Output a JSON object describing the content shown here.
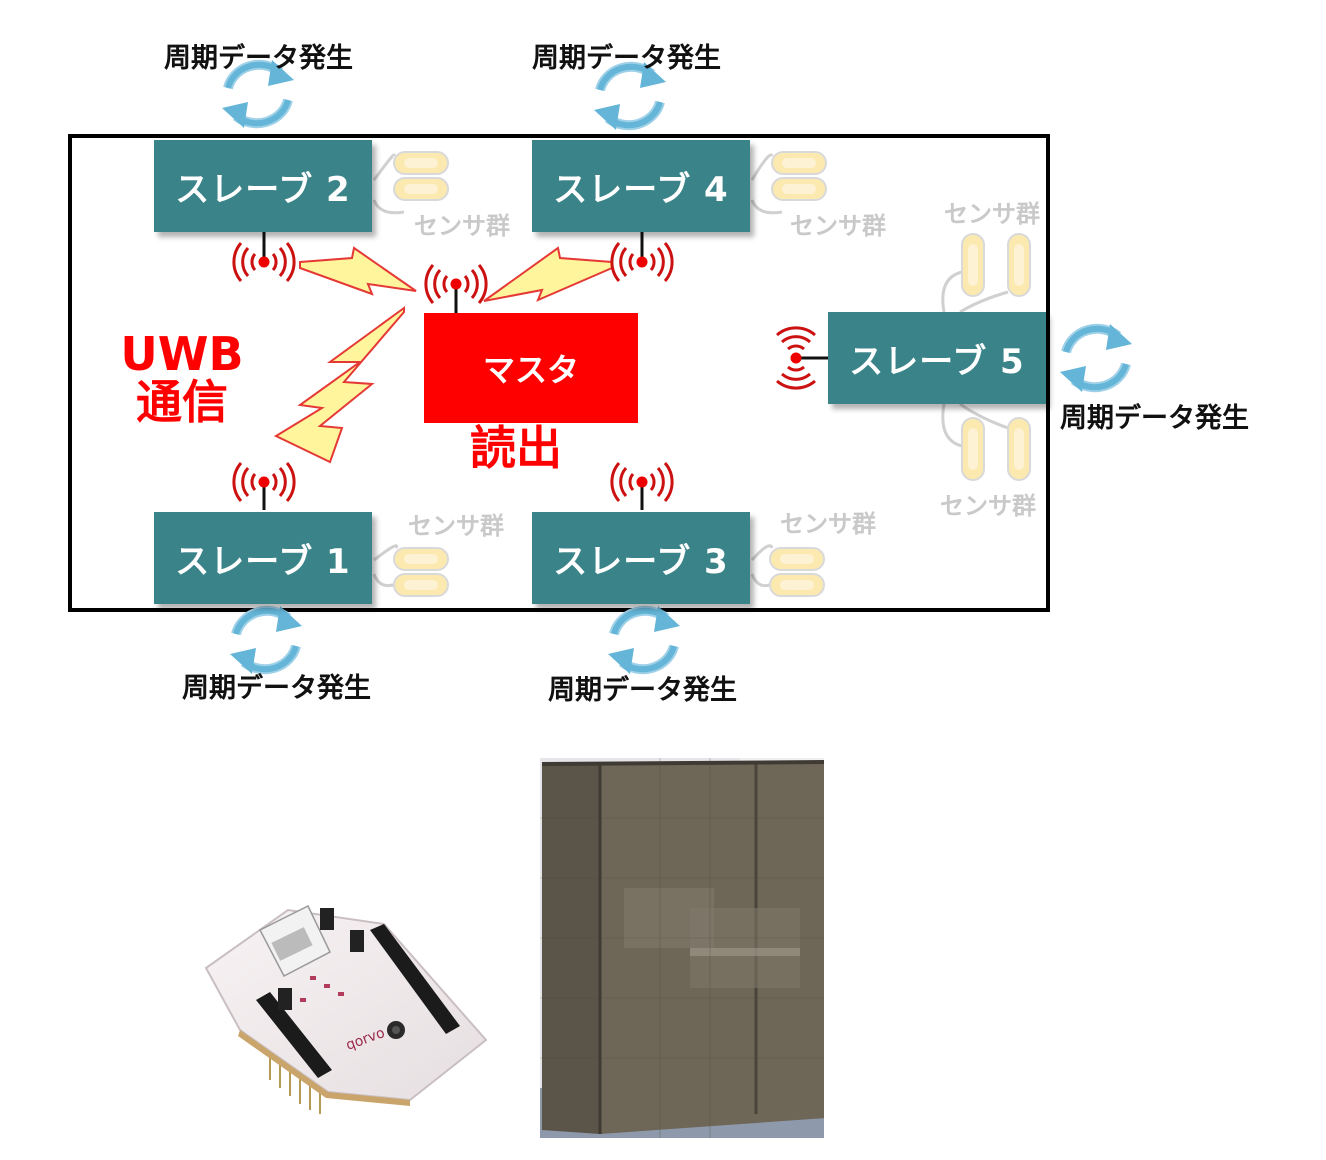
{
  "diagram": {
    "master": {
      "label": "マスタ",
      "read_label": "読出"
    },
    "uwb_label": {
      "line1": "UWB",
      "line2": "通信"
    },
    "slaves": [
      {
        "id": 1,
        "label": "スレーブ 1"
      },
      {
        "id": 2,
        "label": "スレーブ 2"
      },
      {
        "id": 3,
        "label": "スレーブ 3"
      },
      {
        "id": 4,
        "label": "スレーブ 4"
      },
      {
        "id": 5,
        "label": "スレーブ 5"
      }
    ],
    "cycle_label": "周期データ発生",
    "sensor_label": "センサ群"
  },
  "colors": {
    "slave_box": "#3a8489",
    "master_box": "#ff0000",
    "uwb_text": "#ff0000",
    "lightning": "#fff59d",
    "cycle_arrow": "#64b5d8",
    "sensor_faded": "#c9c9c9"
  },
  "photos": [
    {
      "name": "uwb-module-board",
      "logo_text": "qorvo"
    },
    {
      "name": "shielded-enclosure"
    }
  ]
}
